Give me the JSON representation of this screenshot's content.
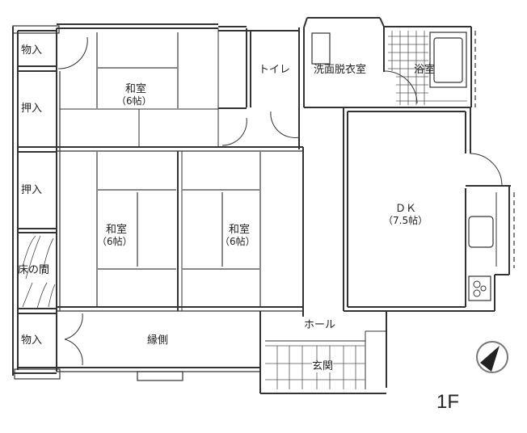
{
  "plan": {
    "floor_label": "1F",
    "rooms": {
      "storage_top": "物入",
      "closet_1": "押入",
      "washitsu_top": "和室",
      "washitsu_top_size": "（6帖）",
      "toilet": "トイレ",
      "washroom": "洗面脱衣室",
      "bath": "浴室",
      "closet_2": "押入",
      "tokonoma": "床の間",
      "washitsu_left": "和室",
      "washitsu_left_size": "（6帖）",
      "washitsu_right": "和室",
      "washitsu_right_size": "（6帖）",
      "dk": "ＤＫ",
      "dk_size": "（7.5帖）",
      "storage_bottom": "物入",
      "engawa": "縁側",
      "hall": "ホール",
      "entrance": "玄関"
    },
    "compass": "north-arrow",
    "colors": {
      "wall": "#333333",
      "tatami": "#888888",
      "line": "#444444",
      "background": "#ffffff"
    }
  }
}
